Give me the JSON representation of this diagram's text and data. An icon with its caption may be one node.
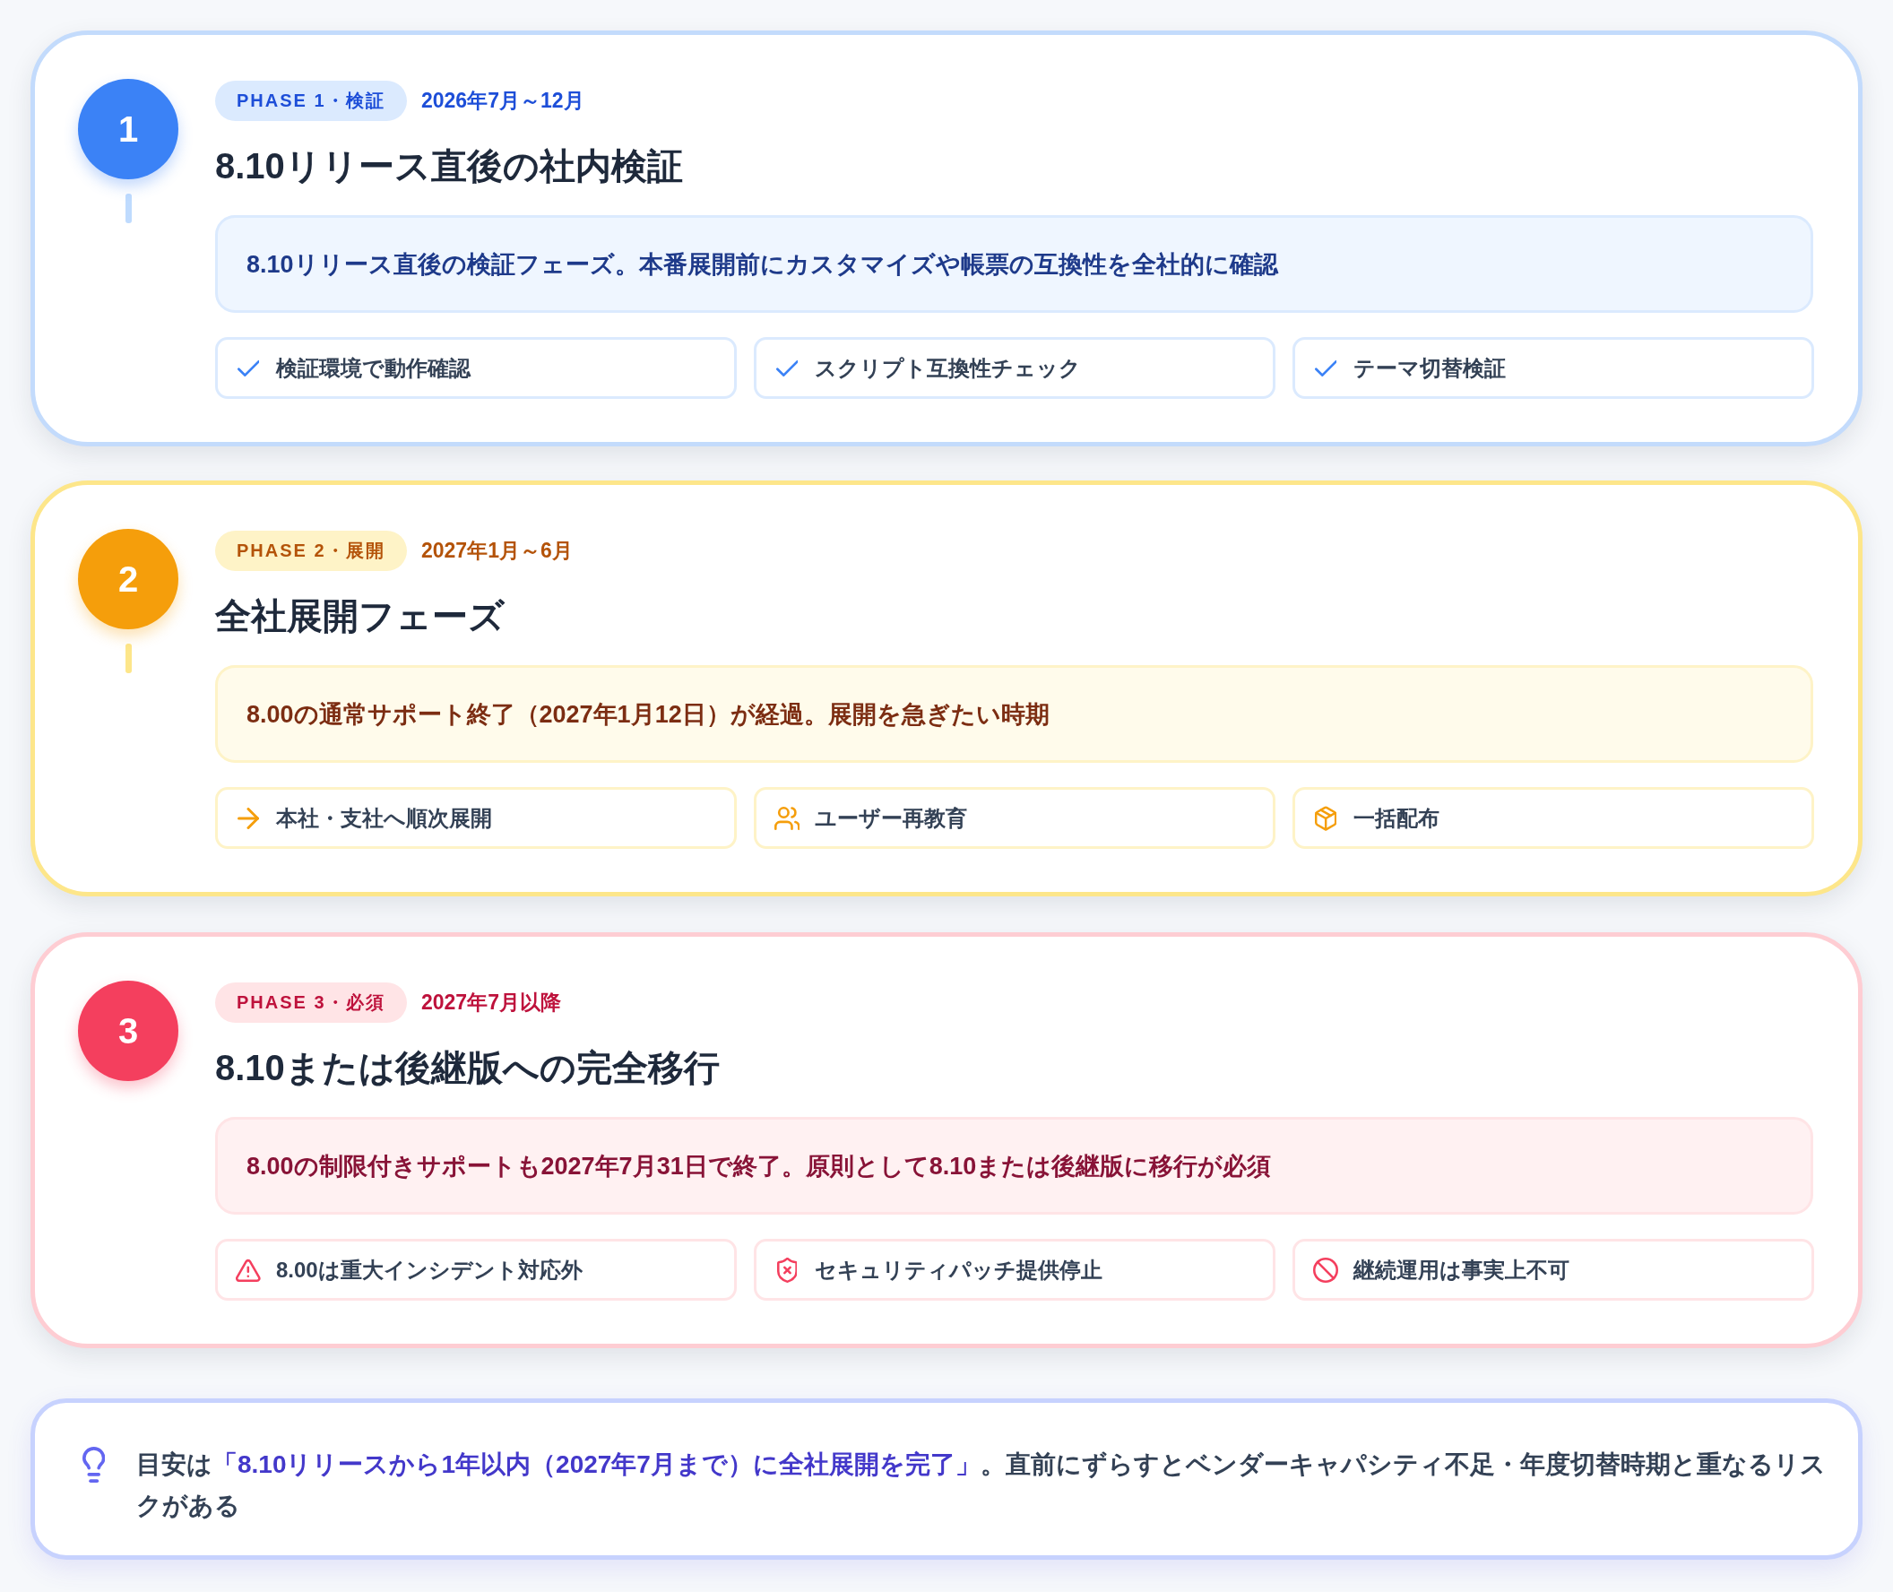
{
  "diagram": {
    "nodes": [
      {
        "text": [
          "8.10リリース直後の社内検証"
        ]
      },
      {
        "text": [
          "1"
        ],
        "in": 0
      },
      {
        "text": [
          "PHASE 1・検証"
        ],
        "in": 0,
        "beside": [
          "2026年7月～12月"
        ]
      },
      {
        "text": [
          "8.10リリース直後の検証フェーズ。本番展開前にカスタマイズや帳票の互換性を全社的に確認"
        ],
        "in": 0
      },
      {
        "text": [
          "検証環境で動作確認"
        ],
        "in": 0
      },
      {
        "text": [
          "スクリプト互換性チェック"
        ],
        "in": 0
      },
      {
        "text": [
          "テーマ切替検証"
        ],
        "in": 0
      },
      {
        "text": [
          "全社展開フェーズ"
        ]
      },
      {
        "text": [
          "2"
        ],
        "in": 7
      },
      {
        "text": [
          "PHASE 2・展開"
        ],
        "in": 7,
        "beside": [
          "2027年1月～6月"
        ]
      },
      {
        "text": [
          "8.00の通常サポート終了（2027年1月12日）が経過。展開を急ぎたい時期"
        ],
        "in": 7
      },
      {
        "text": [
          "本社・支社へ順次展開"
        ],
        "in": 7
      },
      {
        "text": [
          "ユーザー再教育"
        ],
        "in": 7
      },
      {
        "text": [
          "一括配布"
        ],
        "in": 7
      },
      {
        "text": [
          "8.10または後継版への完全移行"
        ]
      },
      {
        "text": [
          "3"
        ],
        "in": 14
      },
      {
        "text": [
          "PHASE 3・必須"
        ],
        "in": 14,
        "beside": [
          "2027年7月以降"
        ]
      },
      {
        "text": [
          "8.00の制限付きサポートも2027年7月31日で終了。原則として8.10または後継版に移行が必須"
        ],
        "in": 14
      },
      {
        "text": [
          "8.00は重大インシデント対応外"
        ],
        "in": 14
      },
      {
        "text": [
          "セキュリティパッチ提供停止"
        ],
        "in": 14
      },
      {
        "text": [
          "継続運用は事実上不可"
        ],
        "in": 14
      },
      {
        "text": [
          "目安は**「8.10リリースから1年以内（2027年7月まで）に全社展開を完了」**。直前にずらすとベンダーキャパシティ不足・年度切替時期と重なるリスクがある"
        ]
      }
    ]
  }
}
